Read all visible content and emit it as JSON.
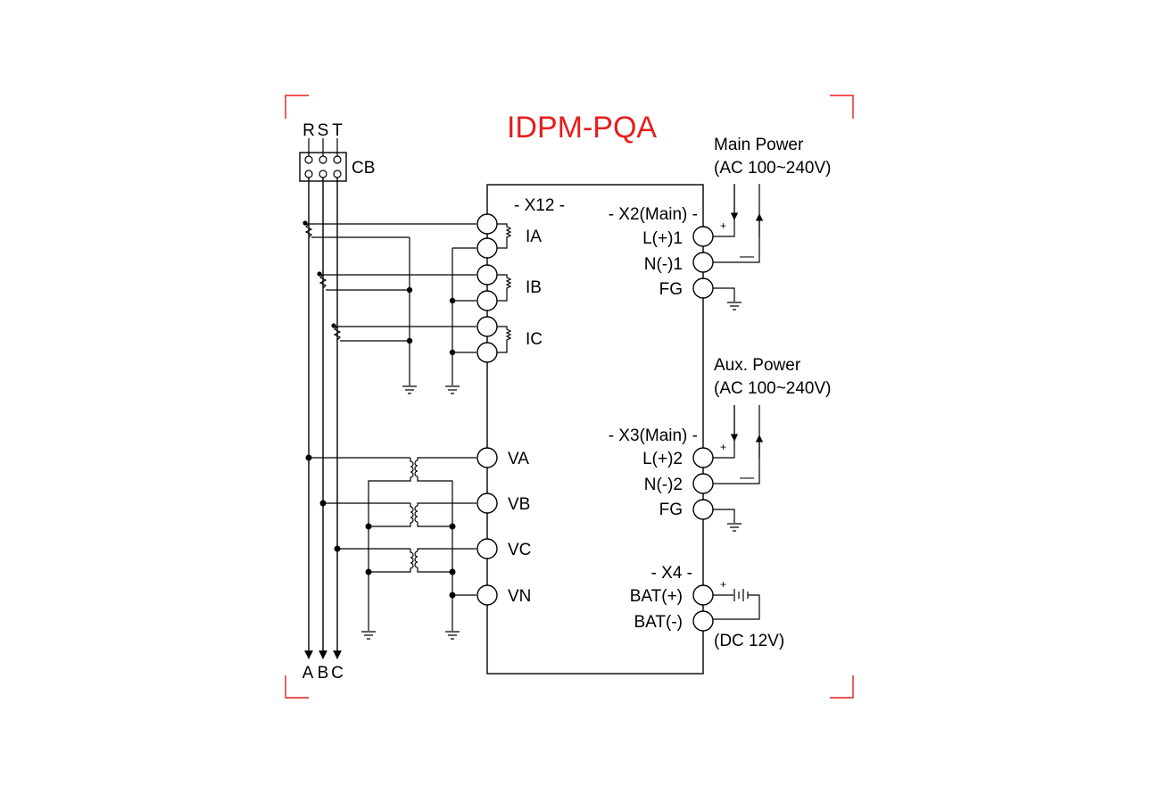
{
  "title": "IDPM-PQA",
  "colors": {
    "title": "#e41f1f",
    "crop_marks": "#e41f1f",
    "lines": "#000000"
  },
  "phase_in": [
    "R",
    "S",
    "T"
  ],
  "phase_out": [
    "A",
    "B",
    "C"
  ],
  "breaker_label": "CB",
  "x12": {
    "header": "- X12 -",
    "current_inputs": [
      "IA",
      "IB",
      "IC"
    ],
    "voltage_inputs": [
      "VA",
      "VB",
      "VC",
      "VN"
    ]
  },
  "x2": {
    "header": "- X2(Main) -",
    "terminals": [
      "L(+)1",
      "N(-)1",
      "FG"
    ],
    "supply_line1": "Main Power",
    "supply_line2": "(AC 100~240V)",
    "plus": "+",
    "minus": "—"
  },
  "x3": {
    "header": "- X3(Main) -",
    "terminals": [
      "L(+)2",
      "N(-)2",
      "FG"
    ],
    "supply_line1": "Aux. Power",
    "supply_line2": "(AC 100~240V)",
    "plus": "+",
    "minus": "—"
  },
  "x4": {
    "header": "- X4 -",
    "terminals": [
      "BAT(+)",
      "BAT(-)"
    ],
    "supply": "(DC 12V)",
    "plus": "+"
  }
}
